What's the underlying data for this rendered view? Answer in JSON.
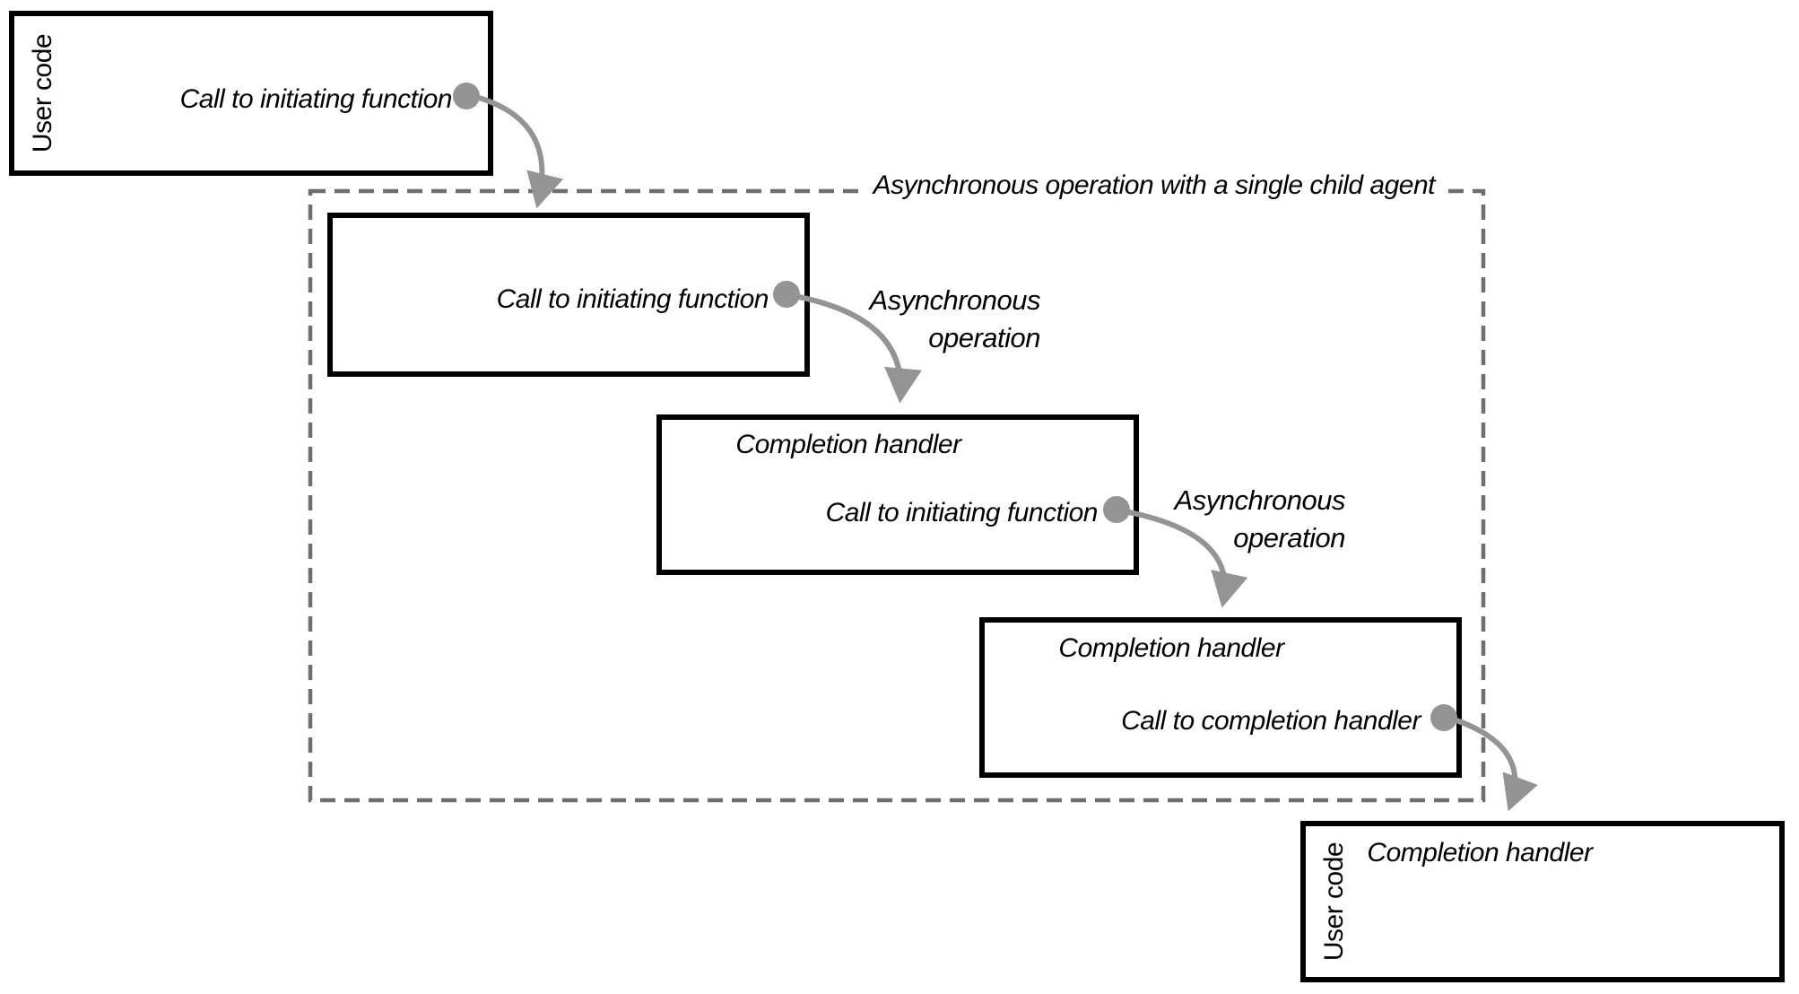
{
  "diagram": {
    "container_label": "Asynchronous operation with a single child agent"
  },
  "boxes": {
    "user_code_top": {
      "side_label": "User code",
      "call_label": "Call to initiating function"
    },
    "initiating_function": {
      "call_label": "Call to initiating function"
    },
    "completion_handler_1": {
      "title": "Completion handler",
      "call_label": "Call to initiating function"
    },
    "completion_handler_2": {
      "title": "Completion handler",
      "call_label": "Call to completion handler"
    },
    "user_code_bottom": {
      "side_label": "User code",
      "title": "Completion handler"
    }
  },
  "arrow_labels": {
    "async_op_1": {
      "line1": "Asynchronous",
      "line2": "operation"
    },
    "async_op_2": {
      "line1": "Asynchronous",
      "line2": "operation"
    }
  },
  "colors": {
    "box_border": "#000000",
    "box_fill": "#ffffff",
    "dashed_border": "#6e6e6e",
    "arrow_gray": "#949494",
    "text": "#000000",
    "background": "#ffffff"
  }
}
